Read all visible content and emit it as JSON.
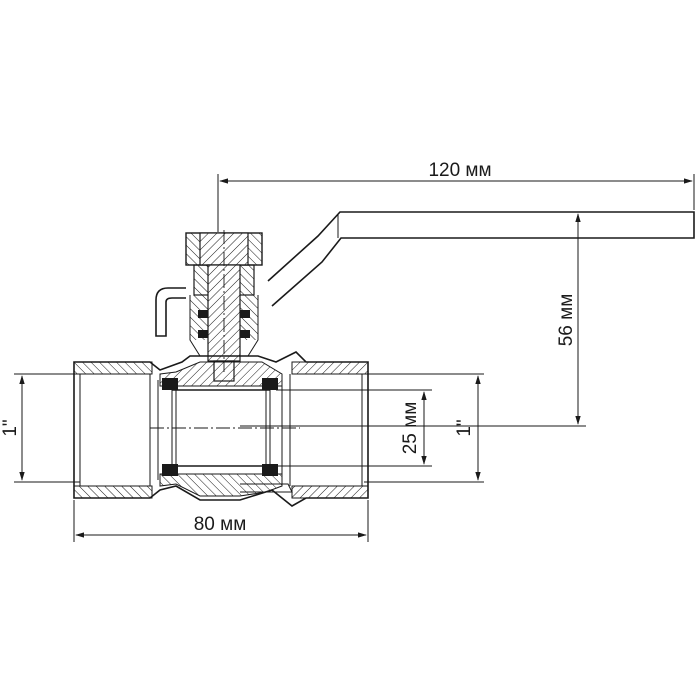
{
  "dimensions": {
    "handle_length": "120 мм",
    "handle_height": "56 мм",
    "body_length": "80 мм",
    "bore_diameter": "25 мм",
    "left_thread": "1\"",
    "right_thread": "1\""
  },
  "colors": {
    "line": "#1a1a1a",
    "background": "#ffffff"
  }
}
